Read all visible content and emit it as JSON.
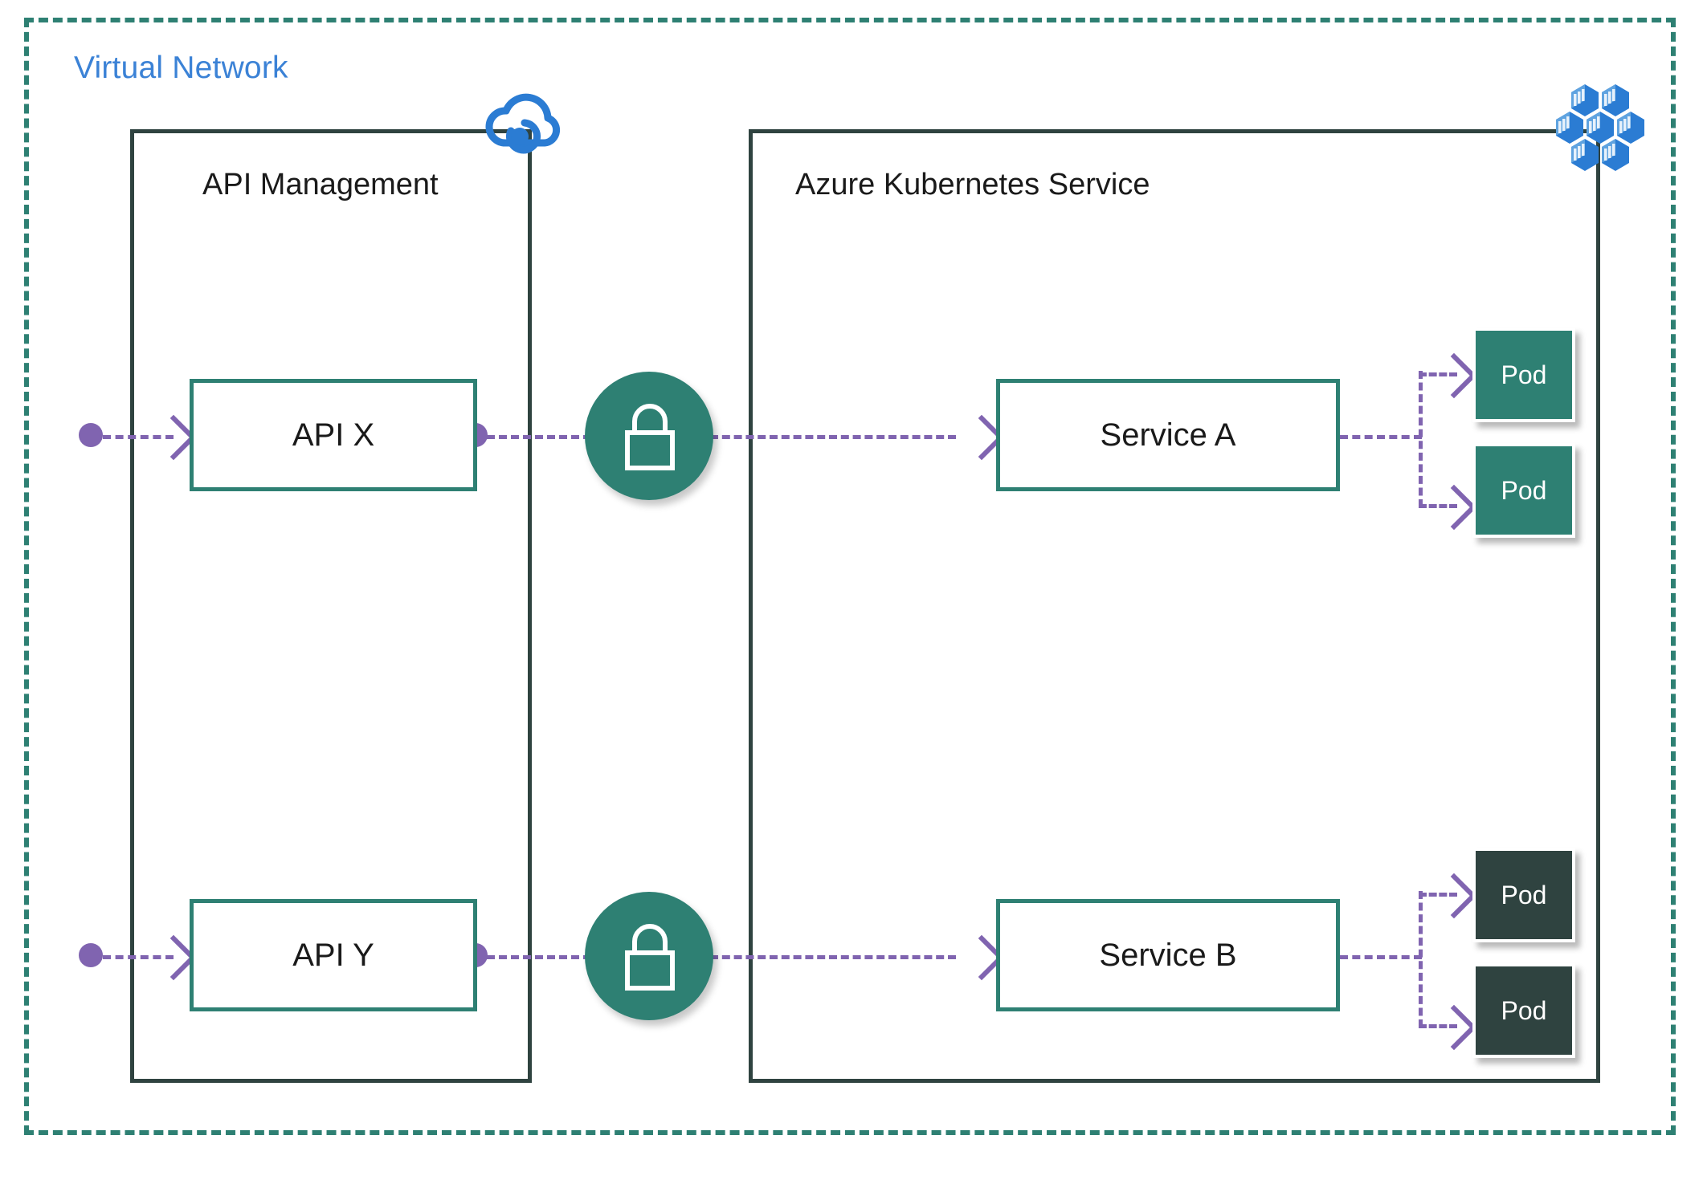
{
  "diagram": {
    "vnet": {
      "label": "Virtual Network",
      "border_color": "#2E8073",
      "label_color": "#3B82D6"
    },
    "containers": [
      {
        "id": "apim",
        "title": "API Management",
        "icon": "azure-api-management-cloud-icon",
        "border_color": "#2F4340"
      },
      {
        "id": "aks",
        "title": "Azure Kubernetes Service",
        "icon": "azure-kubernetes-service-hexagon-cluster-icon",
        "border_color": "#2F4340"
      }
    ],
    "apis": [
      {
        "id": "api-x",
        "label": "API X"
      },
      {
        "id": "api-y",
        "label": "API Y"
      }
    ],
    "services": [
      {
        "id": "service-a",
        "label": "Service A"
      },
      {
        "id": "service-b",
        "label": "Service B"
      }
    ],
    "pods": [
      {
        "id": "pod-a1",
        "label": "Pod",
        "color": "#2E8073",
        "state": "teal"
      },
      {
        "id": "pod-a2",
        "label": "Pod",
        "color": "#2E8073",
        "state": "teal"
      },
      {
        "id": "pod-b1",
        "label": "Pod",
        "color": "#2F4340",
        "state": "dark"
      },
      {
        "id": "pod-b2",
        "label": "Pod",
        "color": "#2F4340",
        "state": "dark"
      }
    ],
    "security_badges": [
      {
        "id": "lock-top",
        "icon": "padlock-icon",
        "color": "#2E8073"
      },
      {
        "id": "lock-bottom",
        "icon": "padlock-icon",
        "color": "#2E8073"
      }
    ],
    "connector_color": "#8064B0",
    "node_border_color": "#2E8073"
  }
}
